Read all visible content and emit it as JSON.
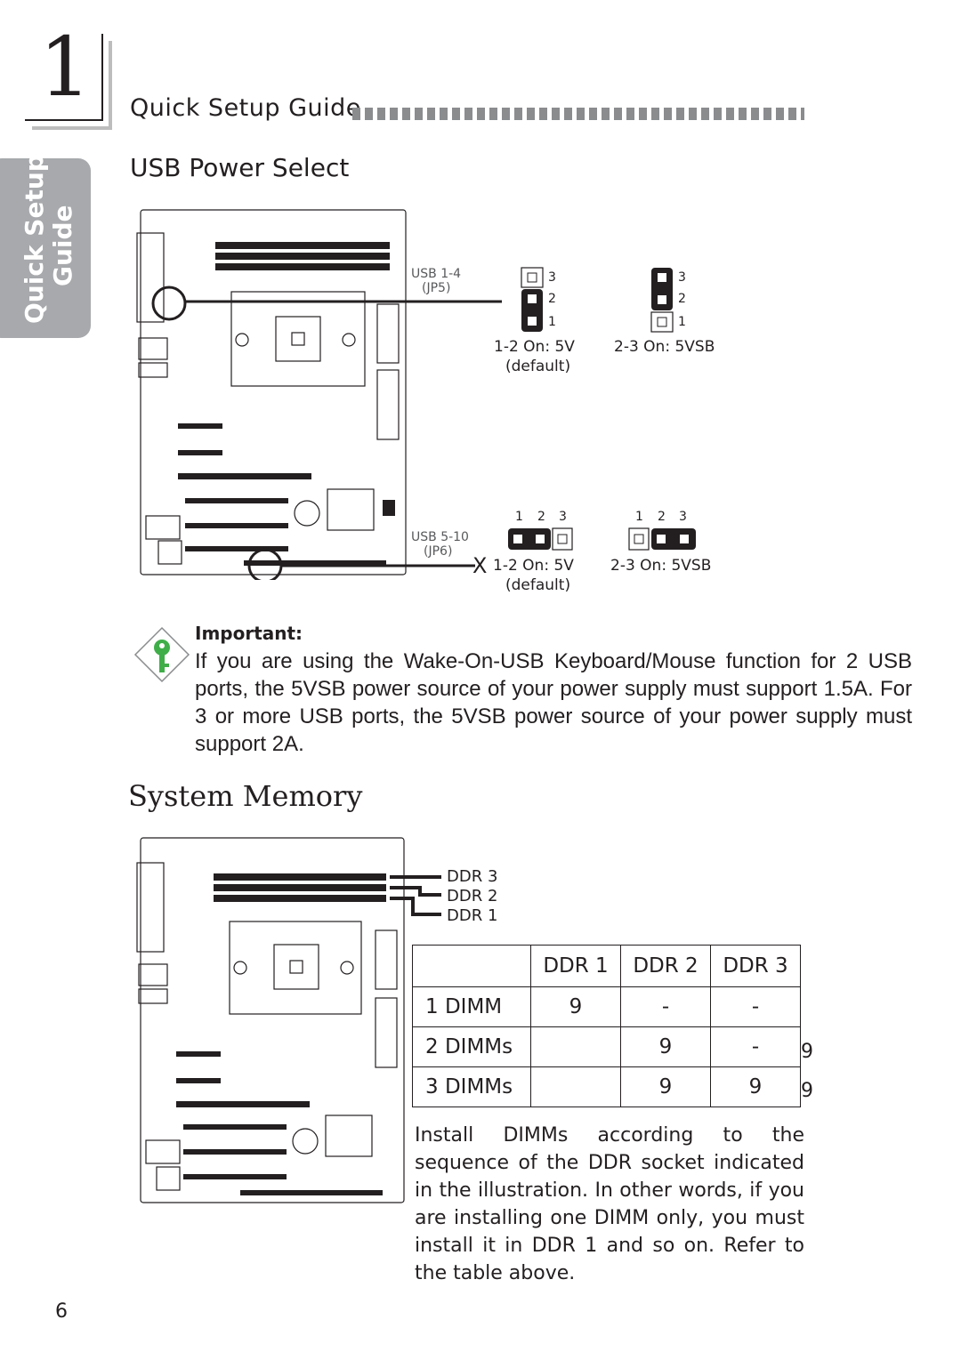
{
  "chapter": {
    "number": "1"
  },
  "side_tab": {
    "line1": "Quick Setup",
    "line2": "Guide"
  },
  "header": {
    "title": "Quick Setup Guide"
  },
  "usb_power": {
    "title": "USB Power Select",
    "jp5": {
      "label": "USB 1-4",
      "sublabel": "(JP5)",
      "pins": [
        "3",
        "2",
        "1"
      ],
      "opt1": {
        "caption": "1-2 On: 5V",
        "note": "(default)"
      },
      "opt2": {
        "caption": "2-3 On: 5VSB"
      }
    },
    "jp6": {
      "label": "USB 5-10",
      "sublabel": "(JP6)",
      "pins": [
        "1",
        "2",
        "3"
      ],
      "marker": "X",
      "opt1": {
        "caption": "1-2 On: 5V",
        "note": "(default)"
      },
      "opt2": {
        "caption": "2-3 On: 5VSB"
      }
    }
  },
  "important": {
    "title": "Important:",
    "body": "If you are using the Wake-On-USB Keyboard/Mouse function for 2 USB ports, the 5VSB power source of your power supply must support 1.5A. For 3 or more USB ports, the 5VSB power source of your power supply must support 2A."
  },
  "system_memory": {
    "title": "System Memory",
    "slot_labels": [
      "DDR 3",
      "DDR 2",
      "DDR 1"
    ],
    "table": {
      "columns": [
        "DDR 1",
        "DDR 2",
        "DDR 3"
      ],
      "rows": [
        {
          "label": "1 DIMM",
          "cells": [
            "9",
            "-",
            "-"
          ]
        },
        {
          "label": "2 DIMMs",
          "cells": [
            "",
            "9",
            "-"
          ]
        },
        {
          "label": "3 DIMMs",
          "cells": [
            "",
            "9",
            "9"
          ]
        }
      ],
      "outside_marks": [
        "9",
        "9"
      ]
    },
    "instruction": "Install DIMMs according to the sequence of the DDR socket indicated in the illustration. In other words, if you are installing one DIMM only, you must install it in DDR 1 and so on. Refer to the table above."
  },
  "page_number": "6",
  "colors": {
    "text": "#231f20",
    "tab": "#a7a9ac",
    "icon": "#3fae49"
  }
}
